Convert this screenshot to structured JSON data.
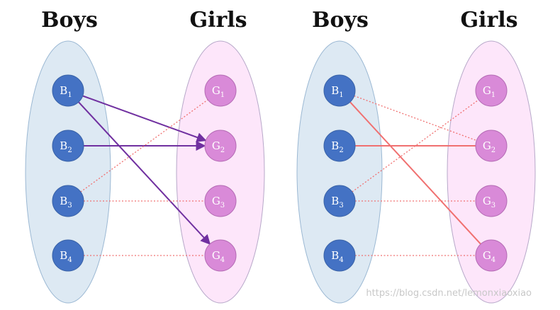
{
  "colors": {
    "boys_ellipse_fill": "#dde9f3",
    "boys_ellipse_stroke": "#9bb8d3",
    "girls_ellipse_fill": "#fde6fa",
    "girls_ellipse_stroke": "#b7a8c9",
    "boy_node_fill": "#4472c4",
    "boy_node_stroke": "#3a63a8",
    "girl_node_fill": "#d98ad8",
    "girl_node_stroke": "#b56cb5",
    "left_solid_edge": "#7030a0",
    "right_solid_edge": "#f07070",
    "dotted_edge": "#f07070"
  },
  "panels": [
    {
      "boys_heading": "Boys",
      "girls_heading": "Girls",
      "boys": [
        {
          "base": "B",
          "sub": "1"
        },
        {
          "base": "B",
          "sub": "2"
        },
        {
          "base": "B",
          "sub": "3"
        },
        {
          "base": "B",
          "sub": "4"
        }
      ],
      "girls": [
        {
          "base": "G",
          "sub": "1"
        },
        {
          "base": "G",
          "sub": "2"
        },
        {
          "base": "G",
          "sub": "3"
        },
        {
          "base": "G",
          "sub": "4"
        }
      ],
      "edges": [
        {
          "from": "B1",
          "to": "G2",
          "style": "solid"
        },
        {
          "from": "B1",
          "to": "G4",
          "style": "solid"
        },
        {
          "from": "B2",
          "to": "G2",
          "style": "solid"
        },
        {
          "from": "B3",
          "to": "G1",
          "style": "dotted"
        },
        {
          "from": "B3",
          "to": "G3",
          "style": "dotted"
        },
        {
          "from": "B4",
          "to": "G4",
          "style": "dotted"
        }
      ]
    },
    {
      "boys_heading": "Boys",
      "girls_heading": "Girls",
      "boys": [
        {
          "base": "B",
          "sub": "1"
        },
        {
          "base": "B",
          "sub": "2"
        },
        {
          "base": "B",
          "sub": "3"
        },
        {
          "base": "B",
          "sub": "4"
        }
      ],
      "girls": [
        {
          "base": "G",
          "sub": "1"
        },
        {
          "base": "G",
          "sub": "2"
        },
        {
          "base": "G",
          "sub": "3"
        },
        {
          "base": "G",
          "sub": "4"
        }
      ],
      "edges": [
        {
          "from": "B1",
          "to": "G2",
          "style": "dotted"
        },
        {
          "from": "B1",
          "to": "G4",
          "style": "solid"
        },
        {
          "from": "B2",
          "to": "G2",
          "style": "solid"
        },
        {
          "from": "B3",
          "to": "G1",
          "style": "dotted"
        },
        {
          "from": "B3",
          "to": "G3",
          "style": "dotted"
        },
        {
          "from": "B4",
          "to": "G4",
          "style": "dotted"
        }
      ]
    }
  ],
  "watermark": "https://blog.csdn.net/lemonxiaoxiao"
}
